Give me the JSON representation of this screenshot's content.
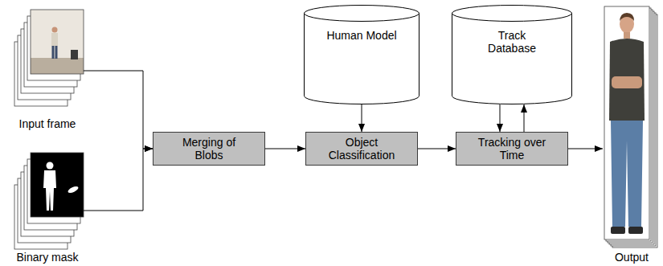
{
  "diagram": {
    "nodes": [
      {
        "text": [
          "Input frame"
        ]
      },
      {
        "text": [
          "Binary mask"
        ]
      },
      {
        "text": [
          "Merging of Blobs"
        ]
      },
      {
        "text": [
          "Human Model"
        ]
      },
      {
        "text": [
          "Object Classification"
        ]
      },
      {
        "text": [
          "Track Database"
        ]
      },
      {
        "text": [
          "Tracking over Time"
        ]
      },
      {
        "text": [
          "Output"
        ]
      }
    ],
    "edges": [
      {
        "from": 0,
        "to": 2,
        "arrow": "to"
      },
      {
        "from": 1,
        "to": 2,
        "arrow": "to"
      },
      {
        "from": 2,
        "to": 4,
        "arrow": "to"
      },
      {
        "from": 3,
        "to": 4,
        "arrow": "to"
      },
      {
        "from": 4,
        "to": 6,
        "arrow": "to"
      },
      {
        "from": 5,
        "to": 6,
        "arrow": "to"
      },
      {
        "from": 6,
        "to": 5,
        "arrow": "to"
      },
      {
        "from": 6,
        "to": 7,
        "arrow": "to"
      }
    ]
  }
}
